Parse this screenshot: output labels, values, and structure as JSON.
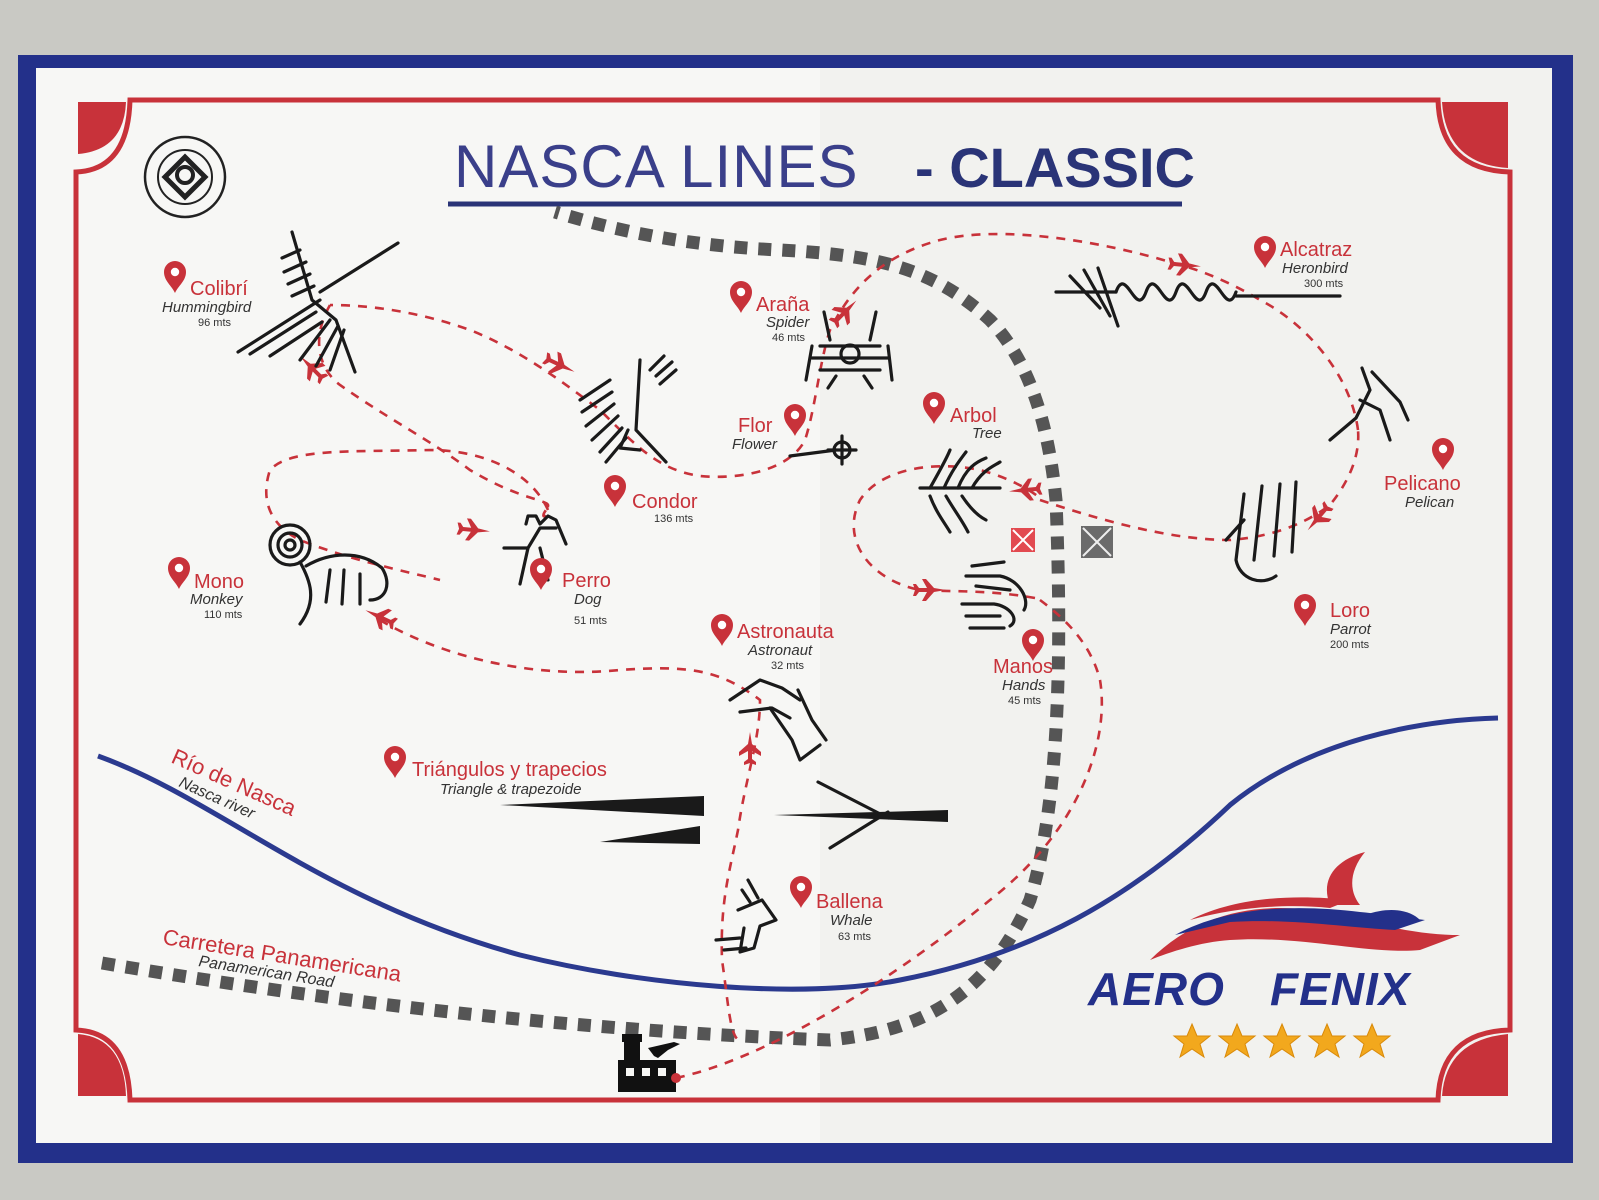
{
  "title": {
    "main": "NASCA LINES",
    "accent": "- CLASSIC",
    "main_color": "#3a3f8a",
    "accent_color": "#2a3477"
  },
  "colors": {
    "frame_blue": "#23308a",
    "frame_red": "#c8323a",
    "route_red": "#c8323a",
    "road_gray": "#555555",
    "river_blue": "#2b3a8f",
    "star_gold": "#f2a81d"
  },
  "figures": [
    {
      "id": "colibri",
      "name": "Colibrí",
      "english": "Hummingbird",
      "size": "96 mts"
    },
    {
      "id": "condor",
      "name": "Condor",
      "english": "",
      "size": "136 mts"
    },
    {
      "id": "arana",
      "name": "Araña",
      "english": "Spider",
      "size": "46 mts"
    },
    {
      "id": "flor",
      "name": "Flor",
      "english": "Flower",
      "size": ""
    },
    {
      "id": "arbol",
      "name": "Arbol",
      "english": "Tree",
      "size": ""
    },
    {
      "id": "alcatraz",
      "name": "Alcatraz",
      "english": "Heronbird",
      "size": "300 mts"
    },
    {
      "id": "pelicano",
      "name": "Pelicano",
      "english": "Pelican",
      "size": ""
    },
    {
      "id": "loro",
      "name": "Loro",
      "english": "Parrot",
      "size": "200 mts"
    },
    {
      "id": "mono",
      "name": "Mono",
      "english": "Monkey",
      "size": "110 mts"
    },
    {
      "id": "perro",
      "name": "Perro",
      "english": "Dog",
      "size": "51 mts"
    },
    {
      "id": "astronauta",
      "name": "Astronauta",
      "english": "Astronaut",
      "size": "32 mts"
    },
    {
      "id": "manos",
      "name": "Manos",
      "english": "Hands",
      "size": "45 mts"
    },
    {
      "id": "triangulos",
      "name": "Triángulos y trapecios",
      "english": "Triangle & trapezoide",
      "size": ""
    },
    {
      "id": "ballena",
      "name": "Ballena",
      "english": "Whale",
      "size": "63 mts"
    }
  ],
  "river": {
    "name": "Río de Nasca",
    "english": "Nasca river"
  },
  "road": {
    "name": "Carretera Panamericana",
    "english": "Panamerican Road"
  },
  "brand": {
    "name_left": "AERO",
    "name_right": "FENIX",
    "stars": 5
  },
  "icons": {
    "pin": "map-pin-icon",
    "plane": "plane-icon",
    "airport": "airport-icon",
    "unesco": "unesco-emblem-icon",
    "viewpoint": "viewpoint-marker-icon"
  }
}
